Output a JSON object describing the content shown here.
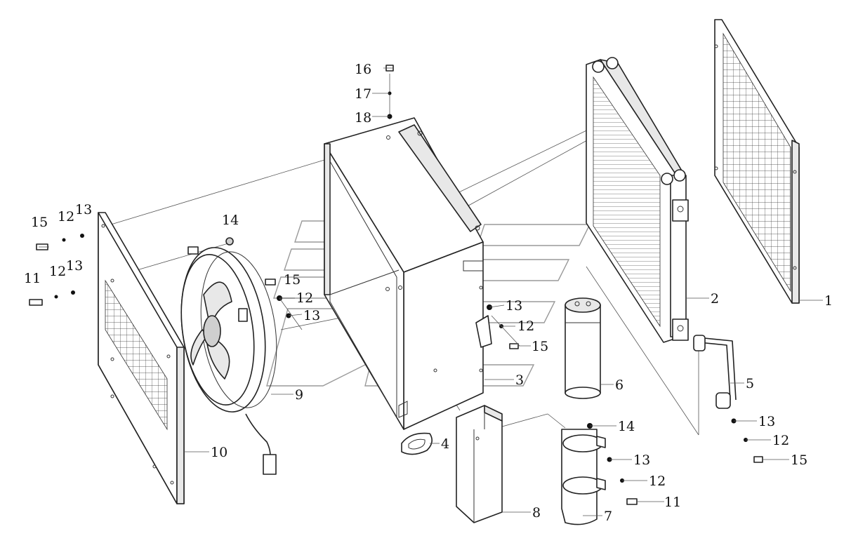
{
  "colors": {
    "line": "#222222",
    "leader": "#444444",
    "watermark": "#9a9a9a",
    "background": "#ffffff"
  },
  "callouts": [
    {
      "id": "c1",
      "text": "1"
    },
    {
      "id": "c2",
      "text": "2"
    },
    {
      "id": "c3",
      "text": "3"
    },
    {
      "id": "c4",
      "text": "4"
    },
    {
      "id": "c5",
      "text": "5"
    },
    {
      "id": "c6",
      "text": "6"
    },
    {
      "id": "c7",
      "text": "7"
    },
    {
      "id": "c8",
      "text": "8"
    },
    {
      "id": "c9",
      "text": "9"
    },
    {
      "id": "c10",
      "text": "10"
    },
    {
      "id": "c11a",
      "text": "11"
    },
    {
      "id": "c11b",
      "text": "11"
    },
    {
      "id": "c12a",
      "text": "12"
    },
    {
      "id": "c12b",
      "text": "12"
    },
    {
      "id": "c12c",
      "text": "12"
    },
    {
      "id": "c12d",
      "text": "12"
    },
    {
      "id": "c12e",
      "text": "12"
    },
    {
      "id": "c12f",
      "text": "12"
    },
    {
      "id": "c13a",
      "text": "13"
    },
    {
      "id": "c13b",
      "text": "13"
    },
    {
      "id": "c13c",
      "text": "13"
    },
    {
      "id": "c13d",
      "text": "13"
    },
    {
      "id": "c13e",
      "text": "13"
    },
    {
      "id": "c13f",
      "text": "13"
    },
    {
      "id": "c14a",
      "text": "14"
    },
    {
      "id": "c14b",
      "text": "14"
    },
    {
      "id": "c15a",
      "text": "15"
    },
    {
      "id": "c15b",
      "text": "15"
    },
    {
      "id": "c15c",
      "text": "15"
    },
    {
      "id": "c15d",
      "text": "15"
    },
    {
      "id": "c16",
      "text": "16"
    },
    {
      "id": "c17",
      "text": "17"
    },
    {
      "id": "c18",
      "text": "18"
    }
  ]
}
